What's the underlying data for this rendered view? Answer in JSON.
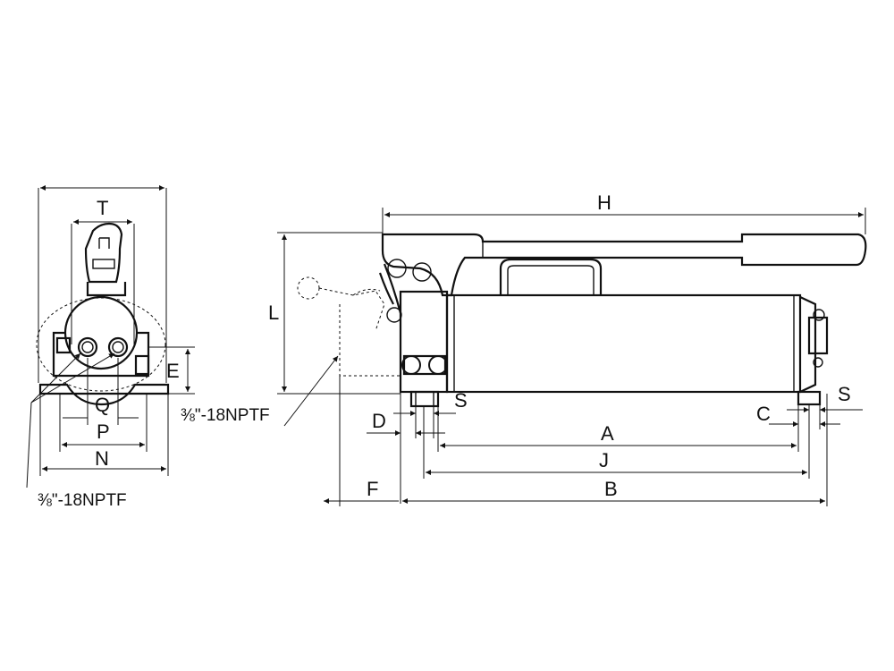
{
  "dimensions": {
    "T": "T",
    "E": "E",
    "Q": "Q",
    "P": "P",
    "N": "N",
    "H": "H",
    "L": "L",
    "S": "S",
    "D": "D",
    "C": "C",
    "A": "A",
    "J": "J",
    "F": "F",
    "B": "B"
  },
  "notes": {
    "port_side": "⅜\"-18NPTF",
    "port_end": "⅜\"-18NPTF"
  },
  "colors": {
    "ink": "#111111",
    "background": "#ffffff"
  }
}
